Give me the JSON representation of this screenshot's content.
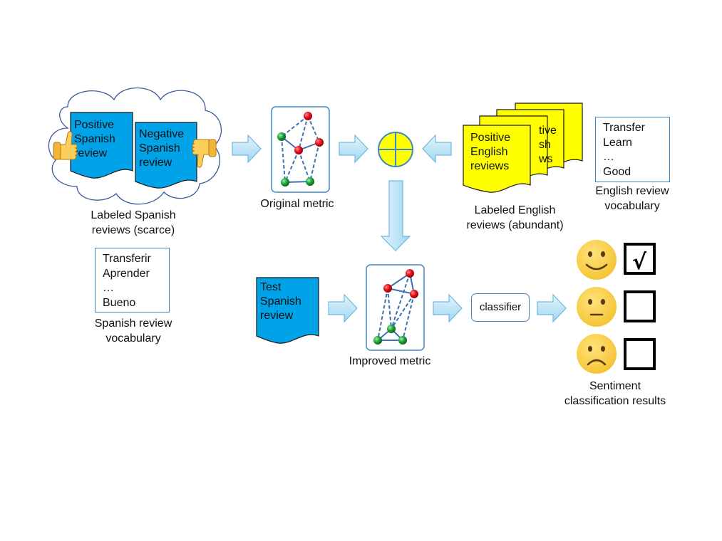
{
  "spanish_labeled": {
    "positive_doc": [
      "Positive",
      "Spanish",
      "review"
    ],
    "negative_doc": [
      "Negative",
      "Spanish",
      "review"
    ],
    "caption": [
      "Labeled Spanish",
      "reviews (scarce)"
    ]
  },
  "spanish_vocab": {
    "words": [
      "Transferir",
      "Aprender",
      "…",
      "Bueno"
    ],
    "caption": [
      "Spanish review",
      "vocabulary"
    ]
  },
  "original_metric": {
    "caption": "Original metric"
  },
  "english_labeled": {
    "front_doc": [
      "Positive",
      "English",
      "reviews"
    ],
    "back_doc_fragments": [
      "tive",
      "sh",
      "ws"
    ],
    "caption": [
      "Labeled English",
      "reviews (abundant)"
    ]
  },
  "english_vocab": {
    "words": [
      "Transfer",
      "Learn",
      "…",
      "Good"
    ],
    "caption": [
      "English review",
      "vocabulary"
    ]
  },
  "test_doc": {
    "lines": [
      "Test",
      "Spanish",
      "review"
    ]
  },
  "improved_metric": {
    "caption": "Improved metric"
  },
  "classifier": {
    "label": "classifier"
  },
  "results": {
    "faces": [
      "happy-face",
      "neutral-face",
      "sad-face"
    ],
    "checked": [
      true,
      false,
      false
    ],
    "check_mark": "√",
    "caption": [
      "Sentiment",
      "classification results"
    ]
  },
  "colors": {
    "spanish_doc": "#00a2e8",
    "english_doc": "#ffff00",
    "arrow_fill": "#b7e3f6",
    "arrow_stroke": "#6fb8e0",
    "node_red": "#e8101a",
    "node_green": "#1fa33a",
    "edge_blue": "#3f6fb5",
    "face_yellow": "#fbd348"
  }
}
